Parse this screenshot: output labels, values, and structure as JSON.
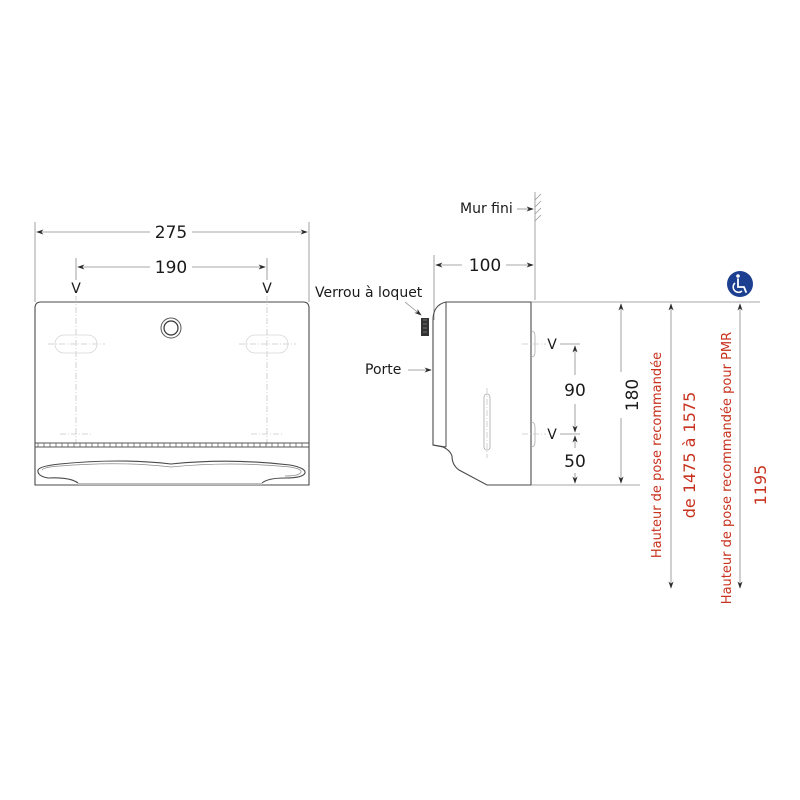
{
  "diagram": {
    "type": "technical-dimension-drawing",
    "units": "mm",
    "front_view": {
      "overall_width_label": "275",
      "fixing_spacing_label": "190",
      "fixing_marker_left": "V",
      "fixing_marker_right": "V"
    },
    "side_view": {
      "wall_label": "Mur fini",
      "depth_label": "100",
      "lock_label": "Verrou à loquet",
      "door_label": "Porte",
      "fixing_marker_top": "V",
      "fixing_marker_bottom": "V",
      "fixing_vertical_spacing_label": "90",
      "bottom_offset_label": "50",
      "height_label": "180"
    },
    "mounting": {
      "recommended_height_title": "Hauteur de pose recommandée",
      "recommended_height_value": "de 1475 à 1575",
      "pmr_height_title": "Hauteur de pose recommandée pour PMR",
      "pmr_height_value": "1195",
      "accessibility_icon": "wheelchair-icon"
    },
    "colors": {
      "annotation_red": "#c8321e",
      "accessibility_blue": "#1d3f8f",
      "line_dark": "#4a4a4a",
      "line_light": "#8a8a8a"
    }
  }
}
